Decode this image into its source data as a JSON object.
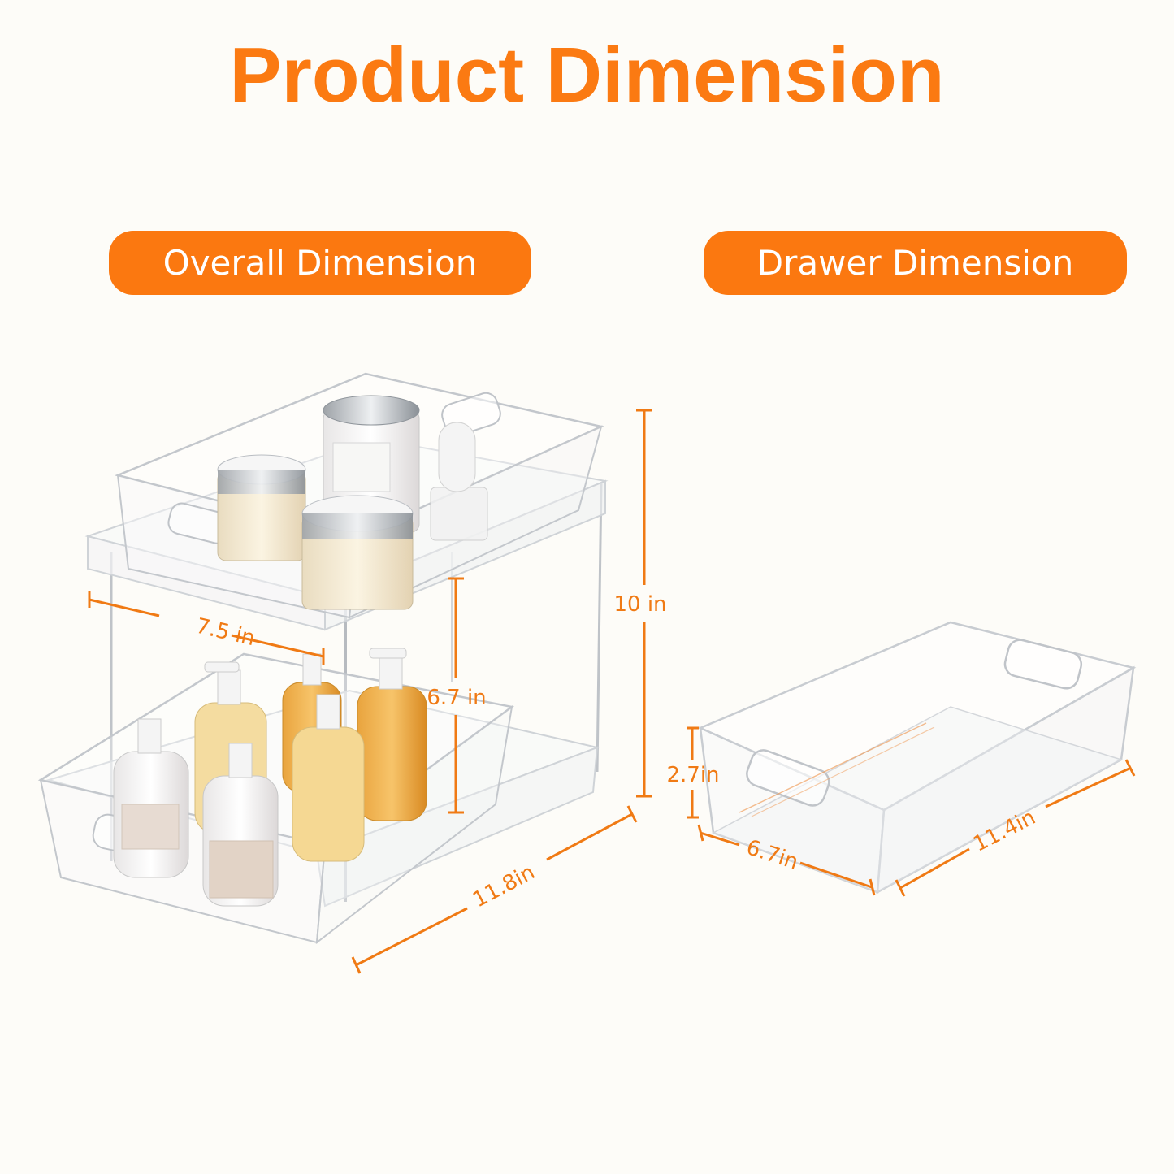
{
  "title": "Product Dimension",
  "sections": {
    "overall": {
      "label": "Overall Dimension",
      "dimensions": {
        "top_width": "7.5 in",
        "height_total": "10 in",
        "tier_gap": "6.7 in",
        "depth": "11.8in"
      }
    },
    "drawer": {
      "label": "Drawer Dimension",
      "dimensions": {
        "height": "2.7in",
        "width": "6.7in",
        "length": "11.4in"
      }
    }
  },
  "colors": {
    "accent": "#fb7810",
    "dimension_line": "#f07a14",
    "background": "#fdfcf8",
    "pill_text": "#ffffff"
  }
}
